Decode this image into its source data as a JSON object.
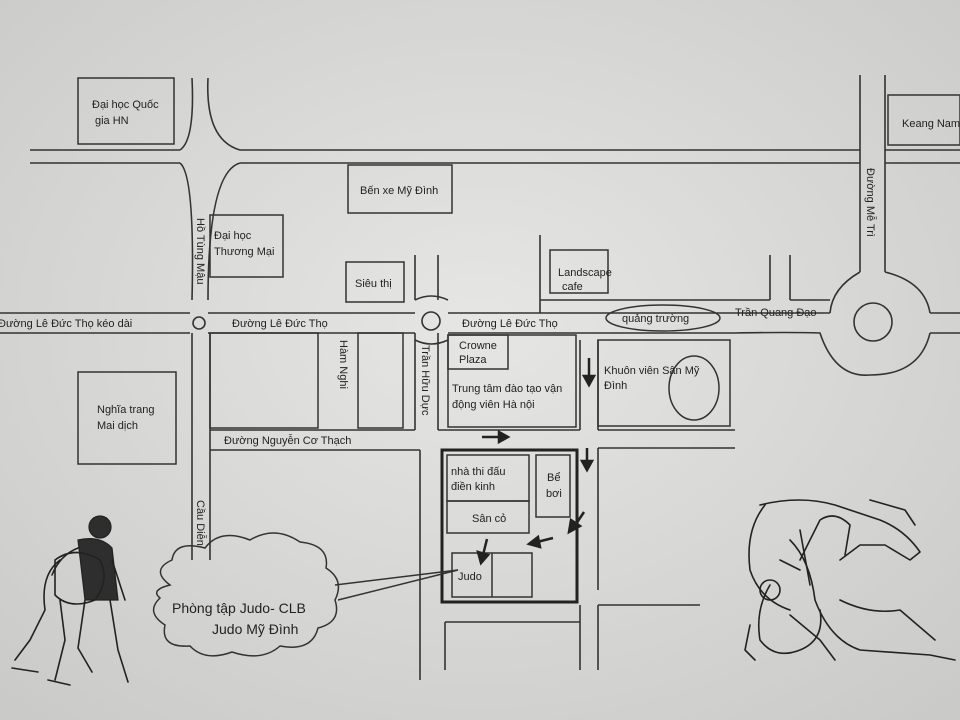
{
  "map": {
    "landmarks": {
      "dai_hoc_quoc_gia": [
        "Đại học Quốc",
        "gia HN"
      ],
      "keangnam": "Keang Nam",
      "ben_xe": "Bến xe Mỹ Đình",
      "dai_hoc_thuong_mai": [
        "Đại học",
        "Thương Mại"
      ],
      "landscape_cafe": [
        "Landscape",
        "cafe"
      ],
      "sieu_thi": "Siêu thị",
      "quang_truong": "quảng trường",
      "crowne_plaza": [
        "Crowne",
        "Plaza"
      ],
      "trung_tam": [
        "Trung tâm đào tạo vận",
        "động viên Hà nội"
      ],
      "khuon_vien": [
        "Khuôn viên Sân Mỹ",
        "Đình"
      ],
      "nghia_trang": [
        "Nghĩa trang",
        "Mai dịch"
      ],
      "nha_thi_dau": [
        "nhà thi đấu",
        "điền kinh"
      ],
      "be_boi": [
        "Bể",
        "bơi"
      ],
      "san_co": "Sân cỏ",
      "judo": "Judo"
    },
    "streets": {
      "le_duc_tho_keo_dai": "Đường Lê Đức Thọ kéo dài",
      "le_duc_tho_1": "Đường Lê Đức Thọ",
      "le_duc_tho_2": "Đường Lê Đức Thọ",
      "tran_quang_dao": "Trần Quang Đạo",
      "nguyen_co_thach": "Đường Nguyễn Cơ Thạch",
      "ho_tung_mau": "Hồ Tùng Mậu",
      "ham_nghi": "Hàm Nghi",
      "tran_huu_duc": "Trần Hữu Dực",
      "me_tri": "Đường Mễ Trì",
      "cau_dien": "Cầu Diễn"
    },
    "callout": [
      "Phòng tập Judo- CLB",
      "Judo Mỹ Đình"
    ]
  }
}
